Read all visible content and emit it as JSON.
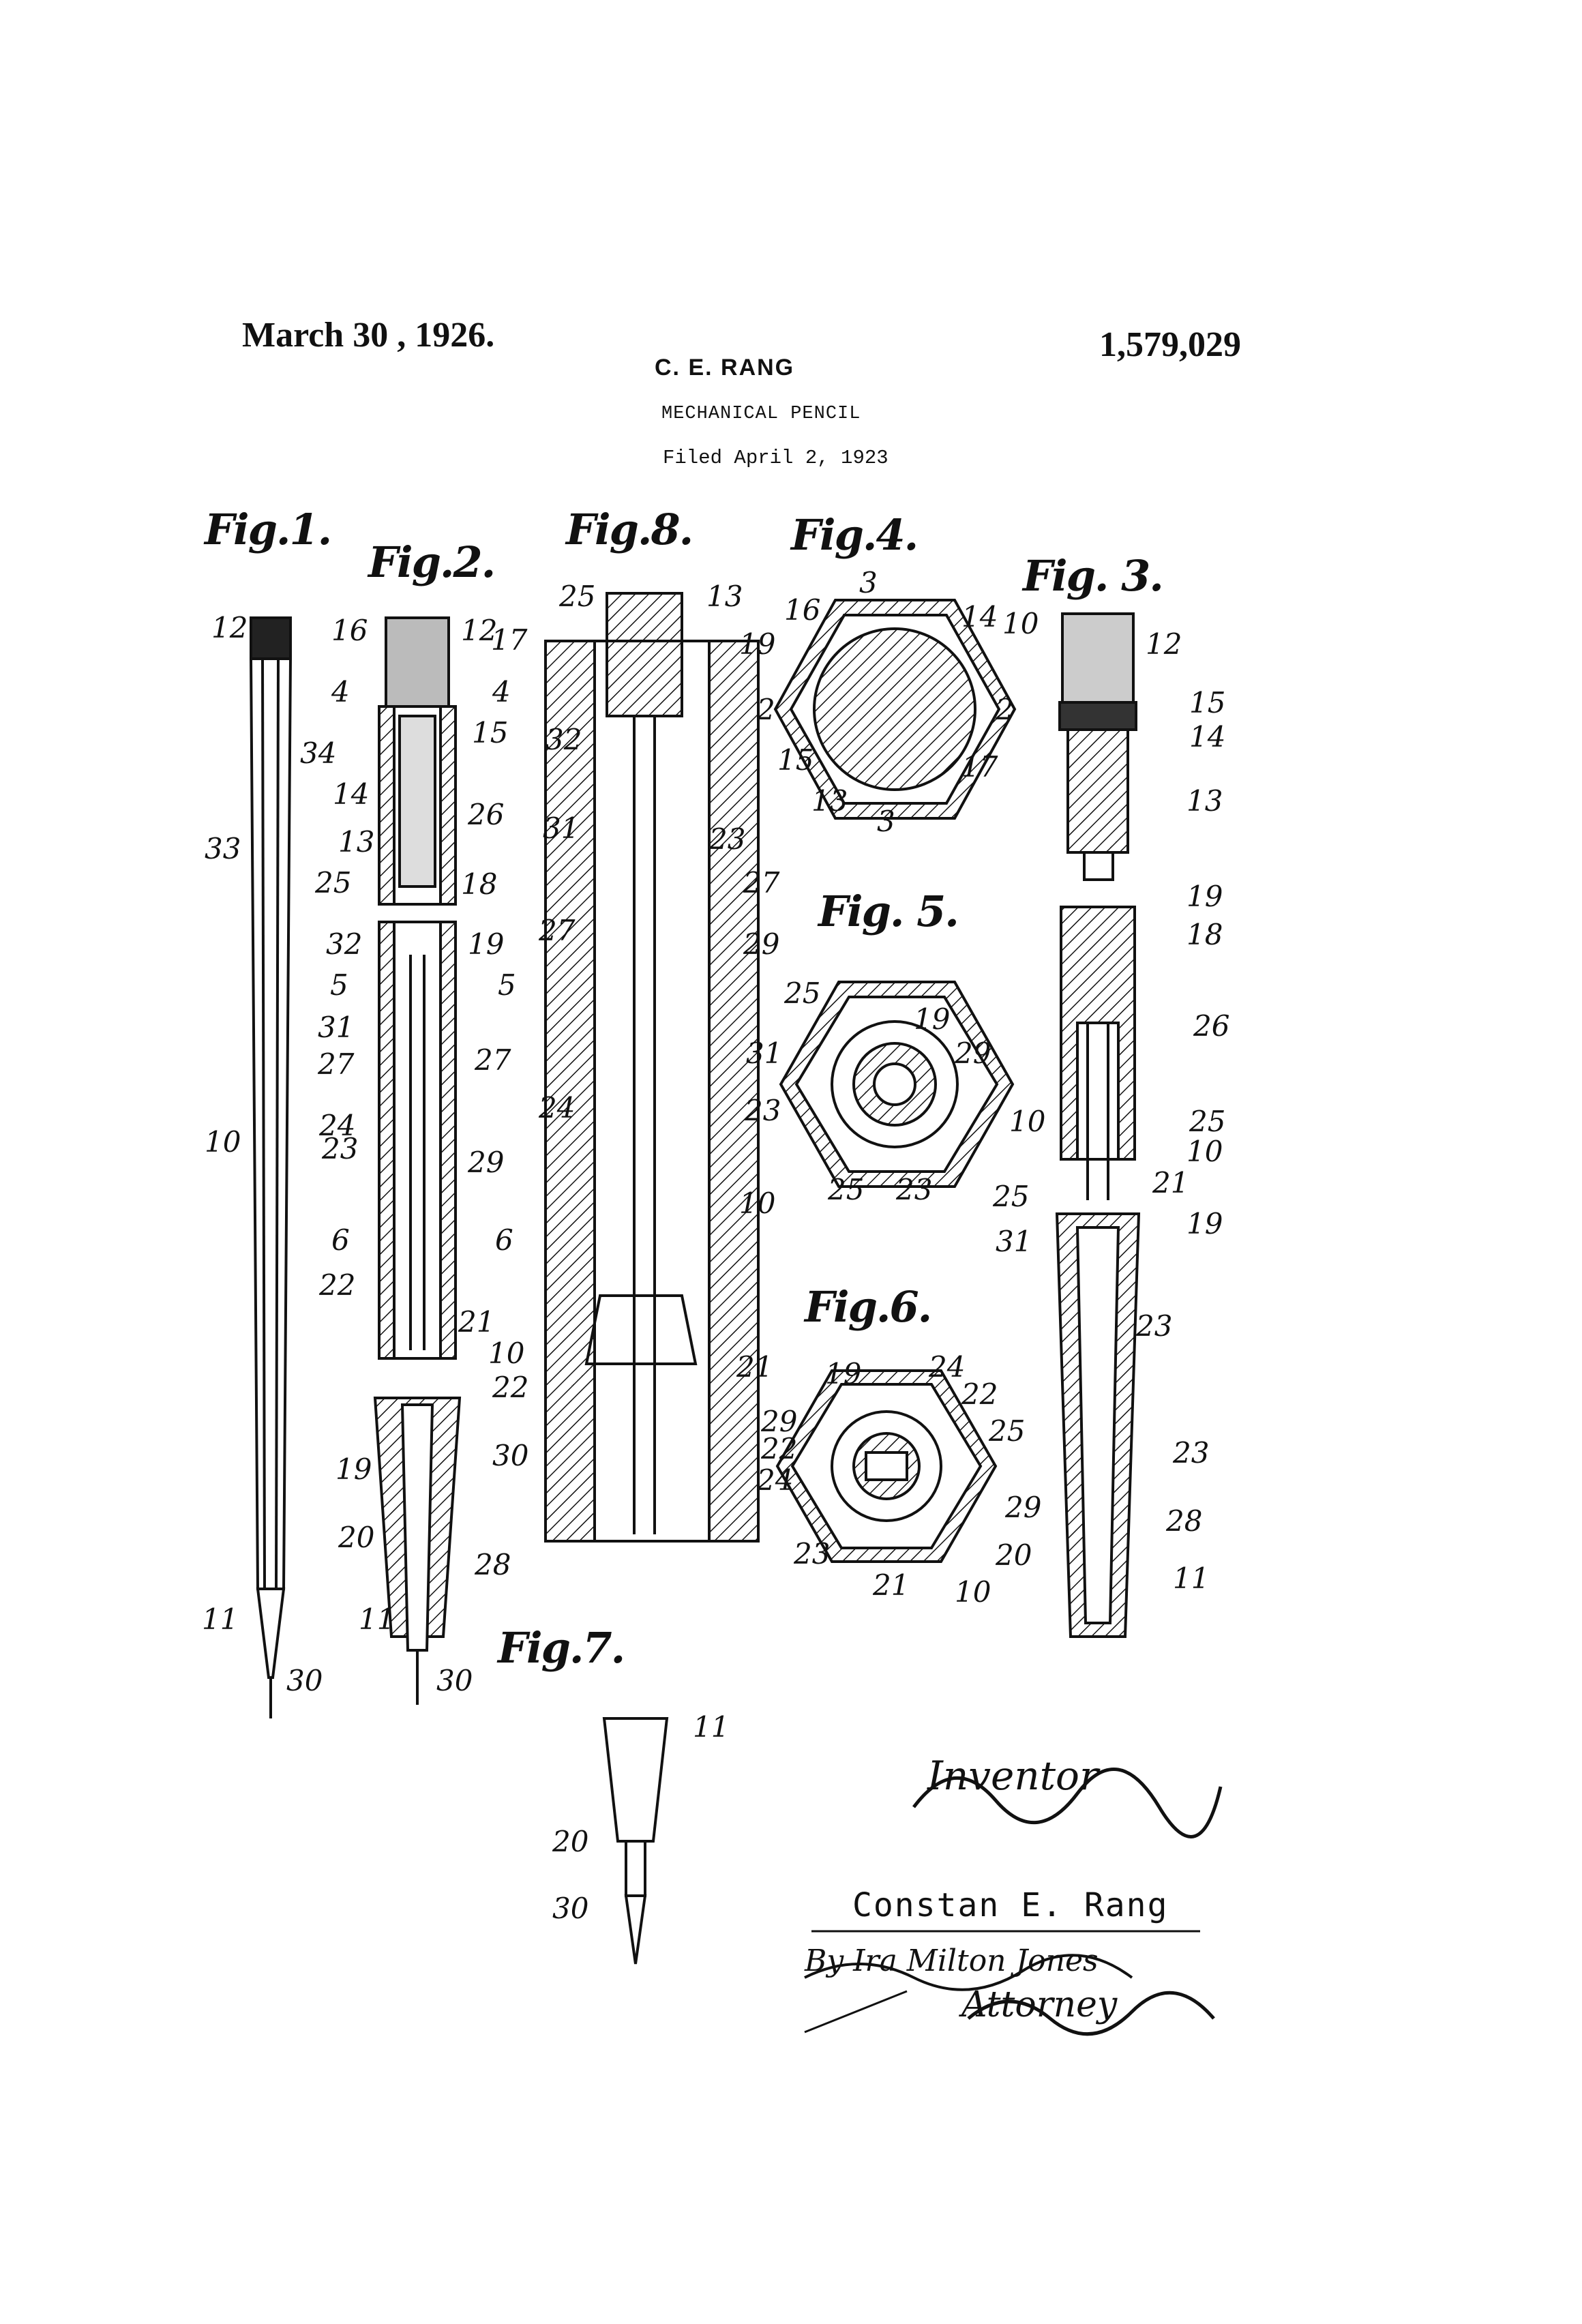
{
  "header": {
    "date": "March 30 , 1926.",
    "patent_number": "1,579,029",
    "inventor": "C. E. RANG",
    "title": "MECHANICAL PENCIL",
    "filed": "Filed April 2, 1923"
  },
  "figures": {
    "fig1": "Fig.1.",
    "fig2": "Fig.2.",
    "fig3": "Fig. 3.",
    "fig4": "Fig.4.",
    "fig5": "Fig. 5.",
    "fig6": "Fig.6.",
    "fig7": "Fig.7.",
    "fig8": "Fig.8."
  },
  "refs": {
    "fig1": [
      "12",
      "34",
      "33",
      "10",
      "11",
      "30"
    ],
    "fig2": [
      "12",
      "17",
      "16",
      "4",
      "4",
      "15",
      "14",
      "26",
      "13",
      "25",
      "18",
      "19",
      "32",
      "5",
      "5",
      "31",
      "27",
      "27",
      "24",
      "23",
      "29",
      "6",
      "6",
      "22",
      "21",
      "10",
      "19",
      "20",
      "28",
      "11",
      "30"
    ],
    "fig8": [
      "25",
      "13",
      "19",
      "32",
      "31",
      "23",
      "27",
      "27",
      "29",
      "24",
      "23",
      "10",
      "22",
      "21",
      "30"
    ],
    "fig4": [
      "3",
      "16",
      "14",
      "10",
      "2",
      "2",
      "15",
      "17",
      "13",
      "3"
    ],
    "fig5": [
      "25",
      "19",
      "31",
      "29",
      "10",
      "25",
      "23"
    ],
    "fig6": [
      "19",
      "24",
      "29",
      "22",
      "22",
      "24",
      "23",
      "21",
      "10"
    ],
    "fig3": [
      "12",
      "15",
      "14",
      "13",
      "19",
      "18",
      "26",
      "25",
      "10",
      "21",
      "25",
      "19",
      "31",
      "23",
      "25",
      "23",
      "29",
      "28",
      "20",
      "11"
    ],
    "fig7": [
      "11",
      "20",
      "30"
    ]
  },
  "signature": {
    "witness": "Inventor",
    "typed_name": "Constan E. Rang",
    "by_line": "By Ira Milton Jones",
    "attorney": "Attorney"
  }
}
